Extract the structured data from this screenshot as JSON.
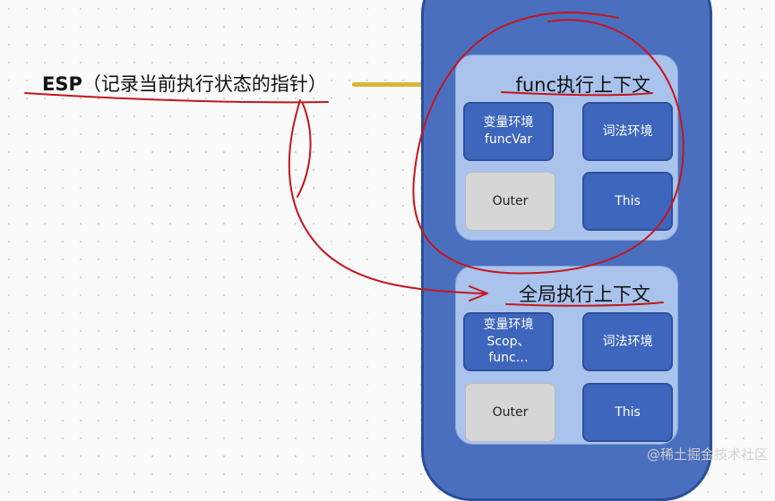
{
  "esp": {
    "abbr": "ESP",
    "desc": "（记录当前执行状态的指针）"
  },
  "contexts": [
    {
      "title": "func执行上下文",
      "variable_env": [
        "变量环境",
        "funcVar"
      ],
      "lexical_env": "词法环境",
      "outer": "Outer",
      "this": "This"
    },
    {
      "title": "全局执行上下文",
      "variable_env": [
        "变量环境",
        "Scop、",
        "func…"
      ],
      "lexical_env": "词法环境",
      "outer": "Outer",
      "this": "This"
    }
  ],
  "watermark": "@稀土掘金技术社区",
  "colors": {
    "stack_fill": "#4a6fbe",
    "context_fill": "#a9c3ec",
    "env_box_fill": "#3f66bd",
    "outer_box_fill": "#d6d6d6",
    "pointer": "#d8b63a",
    "annotation_ink": "#c4161c"
  }
}
